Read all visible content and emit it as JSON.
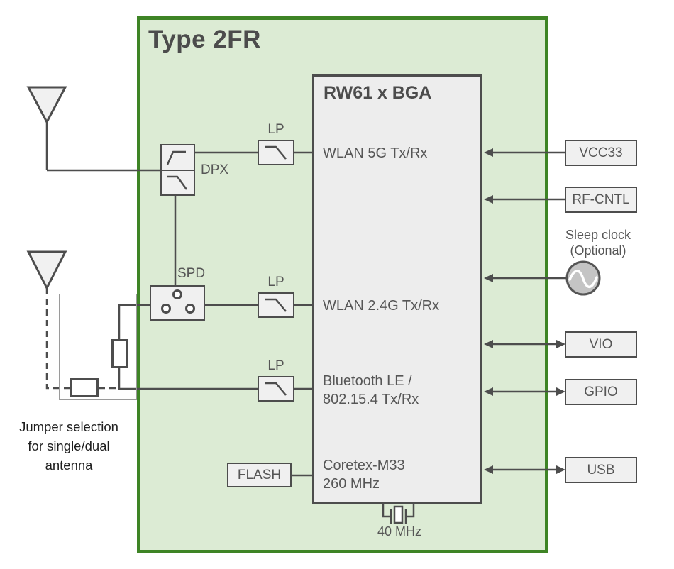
{
  "module": {
    "title": "Type 2FR"
  },
  "chip": {
    "title": "RW61 x BGA",
    "wlan5g": "WLAN 5G Tx/Rx",
    "wlan24g": "WLAN 2.4G Tx/Rx",
    "bt_line1": "Bluetooth LE /",
    "bt_line2": "802.15.4 Tx/Rx",
    "cpu_line1": "Coretex-M33",
    "cpu_line2": "260 MHz"
  },
  "labels": {
    "lp": "LP",
    "dpx": "DPX",
    "spd": "SPD",
    "flash": "FLASH",
    "crystal": "40 MHz"
  },
  "external": {
    "vcc33": "VCC33",
    "rf_cntl": "RF-CNTL",
    "sleep_line1": "Sleep clock",
    "sleep_line2": "(Optional)",
    "vio": "VIO",
    "gpio": "GPIO",
    "usb": "USB"
  },
  "annotation": {
    "jumper_line1": "Jumper selection",
    "jumper_line2": "for single/dual",
    "jumper_line3": "antenna"
  },
  "icons": {
    "antenna": "antenna-triangle",
    "low_pass_filter": "falling-step-curve",
    "high_pass_filter": "rising-step-curve",
    "oscillator": "circle-with-sine-wave",
    "crystal": "quartz-crystal-symbol"
  },
  "colors": {
    "module_fill": "#dcebd4",
    "module_border": "#3e8425",
    "box_fill": "#f0f0f0",
    "chip_fill": "#ededed",
    "line": "#4d4d4d",
    "text": "#565656",
    "oscillator_fill": "#c4c4c4"
  }
}
